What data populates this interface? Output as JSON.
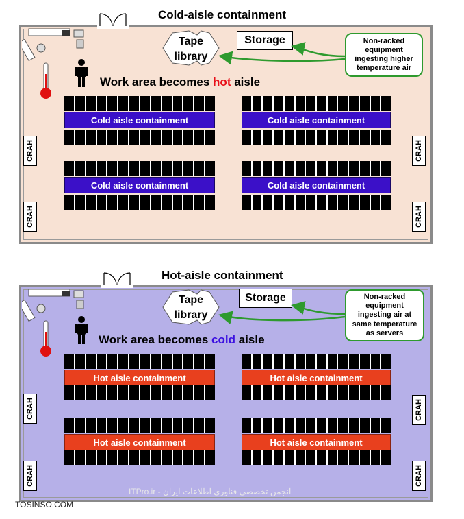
{
  "top": {
    "title": "Cold-aisle containment",
    "tape_library": "Tape\nlibrary",
    "storage": "Storage",
    "callout": "Non-racked equipment ingesting higher temperature air",
    "work_prefix": "Work area becomes ",
    "work_highlight": "hot",
    "work_suffix": " aisle",
    "highlight_color": "#e8101a",
    "containment_label": "Cold aisle containment",
    "containment_color": "#3b10c8",
    "crah": "CRAH",
    "room_color": "#f8e2d4"
  },
  "bottom": {
    "title": "Hot-aisle containment",
    "tape_library": "Tape\nlibrary",
    "storage": "Storage",
    "callout": "Non-racked equipment ingesting air at same temperature as servers",
    "work_prefix": "Work area becomes ",
    "work_highlight": "cold",
    "work_suffix": " aisle",
    "highlight_color": "#3b10e0",
    "containment_label": "Hot aisle containment",
    "containment_color": "#e8401e",
    "crah": "CRAH",
    "room_color": "#b6b0e8"
  },
  "watermark": "ITPro.ir - انجمن تخصصی فناوری اطلاعات ایران",
  "footer": "TOSINSO.COM",
  "icons": [
    "door-icon",
    "thermometer-icon",
    "person-icon",
    "desk-icon",
    "chair-icon",
    "arrow-icon"
  ]
}
